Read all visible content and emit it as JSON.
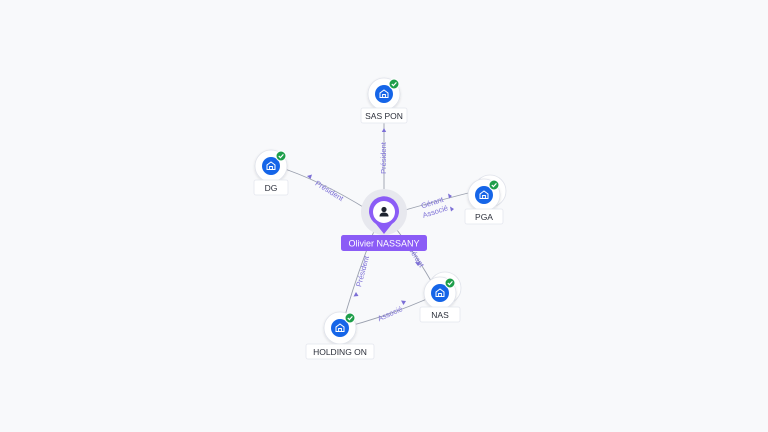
{
  "center": {
    "name": "Olivier NASSANY",
    "icon": "person-icon",
    "pin_color": "#8b5cf6"
  },
  "companies": [
    {
      "id": "sas-pon",
      "name": "SAS PON",
      "icon": "company-building-icon",
      "status_icon": "verified-check-icon"
    },
    {
      "id": "dg",
      "name": "DG",
      "icon": "company-building-icon",
      "status_icon": "verified-check-icon"
    },
    {
      "id": "pga",
      "name": "PGA",
      "icon": "company-building-icon",
      "status_icon": "verified-check-icon"
    },
    {
      "id": "nas",
      "name": "NAS",
      "icon": "company-building-icon",
      "status_icon": "verified-check-icon"
    },
    {
      "id": "holding-on",
      "name": "HOLDING ON",
      "icon": "company-building-icon",
      "status_icon": "verified-check-icon"
    }
  ],
  "relations": [
    {
      "from": "center",
      "to": "sas-pon",
      "labels": [
        "Président"
      ]
    },
    {
      "from": "center",
      "to": "dg",
      "labels": [
        "Président"
      ]
    },
    {
      "from": "center",
      "to": "pga",
      "labels": [
        "Gérant",
        "Associé"
      ]
    },
    {
      "from": "center",
      "to": "nas",
      "labels": [
        "Gérant"
      ]
    },
    {
      "from": "center",
      "to": "holding-on",
      "labels": [
        "Président"
      ]
    },
    {
      "from": "holding-on",
      "to": "nas",
      "labels": [
        "Associé"
      ]
    }
  ],
  "colors": {
    "company_blue": "#1565e8",
    "check_green": "#1e9e4a",
    "edge_line": "#9aa0ae",
    "edge_label": "#7c6fd6",
    "background": "#f8f9fb"
  }
}
